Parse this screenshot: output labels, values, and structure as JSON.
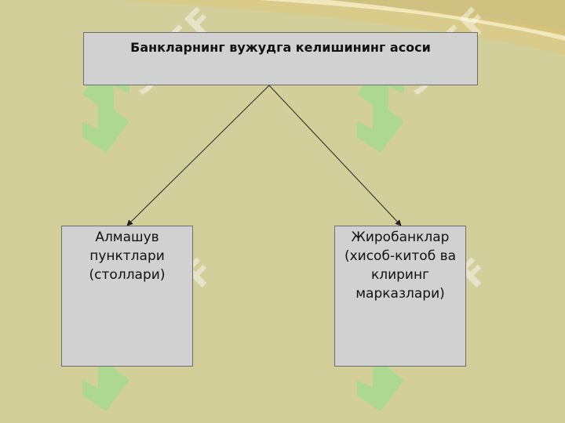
{
  "diagram": {
    "root": {
      "label": "Банкларнинг вужудга келишининг асоси"
    },
    "children": [
      {
        "label": "Алмашув пунктлари (столлари)"
      },
      {
        "label": "Жиробанклар (хисоб-китоб ва клиринг марказлари)"
      }
    ]
  },
  "watermark": {
    "text": "SOFF"
  },
  "colors": {
    "background": "#d3cf9b",
    "box_fill": "#d1d1d1",
    "box_border": "#6d6d6d",
    "watermark_green": "#8ee08a"
  }
}
